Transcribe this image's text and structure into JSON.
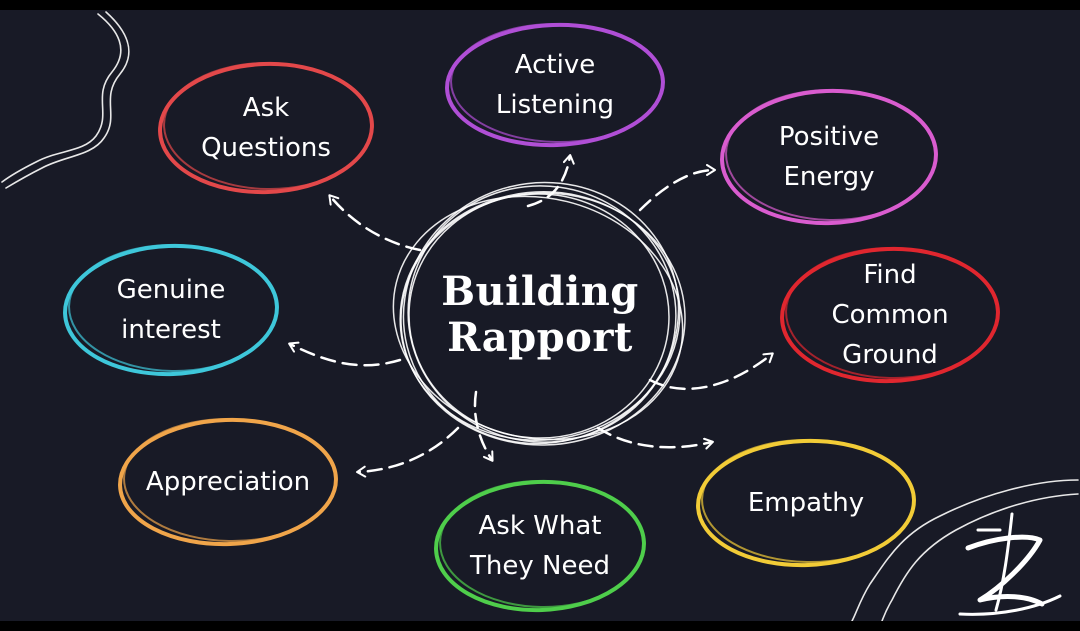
{
  "center": {
    "line1": "Building",
    "line2": "Rapport"
  },
  "nodes": [
    {
      "id": "ask-questions",
      "lines": [
        "Ask",
        "Questions"
      ],
      "color": "#e3484a"
    },
    {
      "id": "active-listening",
      "lines": [
        "Active",
        "Listening"
      ],
      "color": "#b04fd6"
    },
    {
      "id": "positive-energy",
      "lines": [
        "Positive",
        "Energy"
      ],
      "color": "#d95ccf"
    },
    {
      "id": "genuine-interest",
      "lines": [
        "Genuine",
        "interest"
      ],
      "color": "#3ec7da"
    },
    {
      "id": "find-common-ground",
      "lines": [
        "Find",
        "Common",
        "Ground"
      ],
      "color": "#e0272f"
    },
    {
      "id": "appreciation",
      "lines": [
        "Appreciation"
      ],
      "color": "#f0a54a"
    },
    {
      "id": "ask-what-they-need",
      "lines": [
        "Ask What",
        "They Need"
      ],
      "color": "#4fce4b"
    },
    {
      "id": "empathy",
      "lines": [
        "Empathy"
      ],
      "color": "#f2cc37"
    }
  ],
  "colors": {
    "background": "#181a26",
    "frame": "#000000",
    "ink": "#ffffff"
  },
  "icons": [
    "squiggle-decoration-icon",
    "brand-logo-icon"
  ]
}
